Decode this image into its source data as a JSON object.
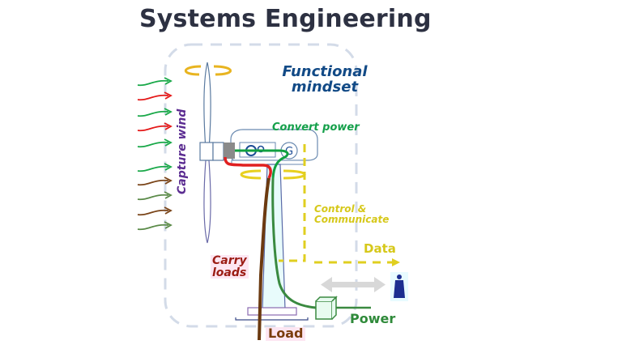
{
  "title": "Systems Engineering",
  "labels": {
    "functional_mindset": [
      "Functional",
      "mindset"
    ],
    "convert_power": "Convert power",
    "capture_wind": "Capture wind",
    "control_communicate": [
      "Control &",
      "Communicate"
    ],
    "data": "Data",
    "carry_loads": [
      "Carry",
      "loads"
    ],
    "load": "Load",
    "power": "Power"
  },
  "colors": {
    "title": "#2d3142",
    "functional": "#124a86",
    "convert": "#14a04a",
    "capture": "#5b2c91",
    "control": "#d6c81a",
    "carry": "#9b1c14",
    "load": "#7a3c0c",
    "power": "#2f8a3a",
    "boundary": "#d3dbe8"
  },
  "wind_arrows": [
    "green",
    "red",
    "green",
    "red",
    "green",
    "green",
    "brown",
    "olive",
    "brown",
    "olive"
  ],
  "icons": [
    "wind-arrow-icon",
    "rotation-arrow-icon",
    "gearbox-icon",
    "generator-icon",
    "transformer-icon",
    "operator-person-icon",
    "bidirectional-arrow-icon"
  ]
}
